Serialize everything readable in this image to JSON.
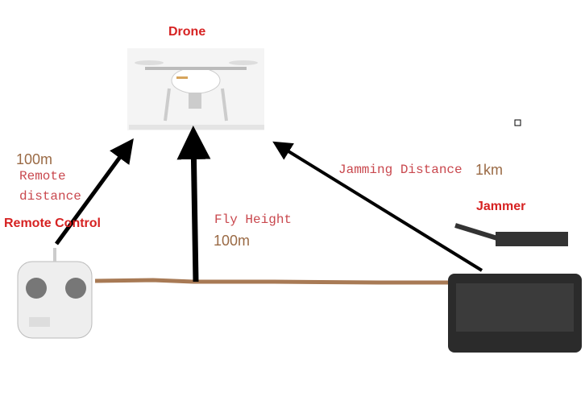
{
  "labels": {
    "drone": "Drone",
    "remote_control": "Remote Control",
    "jammer": "Jammer",
    "remote_value": "100m",
    "remote_line1": "Remote",
    "remote_line2": "distance",
    "fly_height": "Fly Height",
    "fly_value": "100m",
    "jamming": "Jamming Distance",
    "jamming_value": "1km"
  },
  "colors": {
    "title": "#d62222",
    "annotation": "#c9484e",
    "distance": "#9a6a45",
    "ground": "#a87a55"
  }
}
